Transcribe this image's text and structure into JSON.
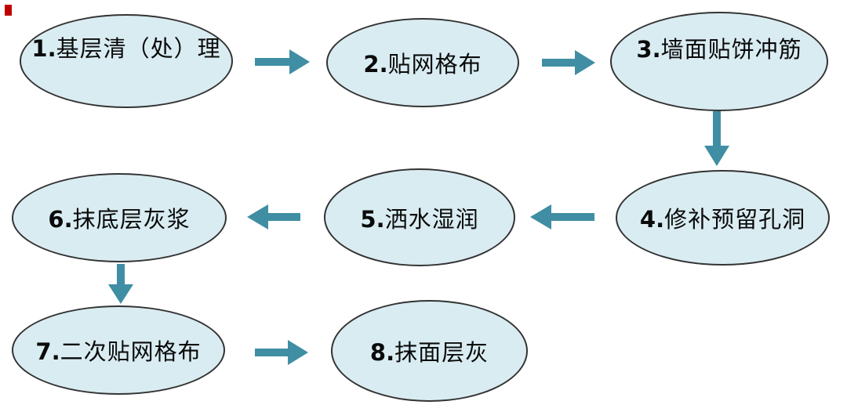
{
  "diagram": {
    "type": "flowchart",
    "nodes": [
      {
        "id": 1,
        "num": "1.",
        "label": "基层清（处）理"
      },
      {
        "id": 2,
        "num": "2.",
        "label": "贴网格布"
      },
      {
        "id": 3,
        "num": "3.",
        "label": "墙面贴饼冲筋"
      },
      {
        "id": 4,
        "num": "4.",
        "label": "修补预留孔洞"
      },
      {
        "id": 5,
        "num": "5.",
        "label": "洒水湿润"
      },
      {
        "id": 6,
        "num": "6.",
        "label": "抹底层灰浆"
      },
      {
        "id": 7,
        "num": "7.",
        "label": "二次贴网格布"
      },
      {
        "id": 8,
        "num": "8.",
        "label": "抹面层灰"
      }
    ],
    "flows": [
      {
        "from": 1,
        "to": 2,
        "direction": "right"
      },
      {
        "from": 2,
        "to": 3,
        "direction": "right"
      },
      {
        "from": 3,
        "to": 4,
        "direction": "down"
      },
      {
        "from": 4,
        "to": 5,
        "direction": "left"
      },
      {
        "from": 5,
        "to": 6,
        "direction": "left"
      },
      {
        "from": 6,
        "to": 7,
        "direction": "down"
      },
      {
        "from": 7,
        "to": 8,
        "direction": "right"
      }
    ],
    "colors": {
      "node_fill": "#d9ecf2",
      "node_border": "#333333",
      "arrow": "#3f8ea3",
      "marker_red": "#c00000"
    }
  }
}
